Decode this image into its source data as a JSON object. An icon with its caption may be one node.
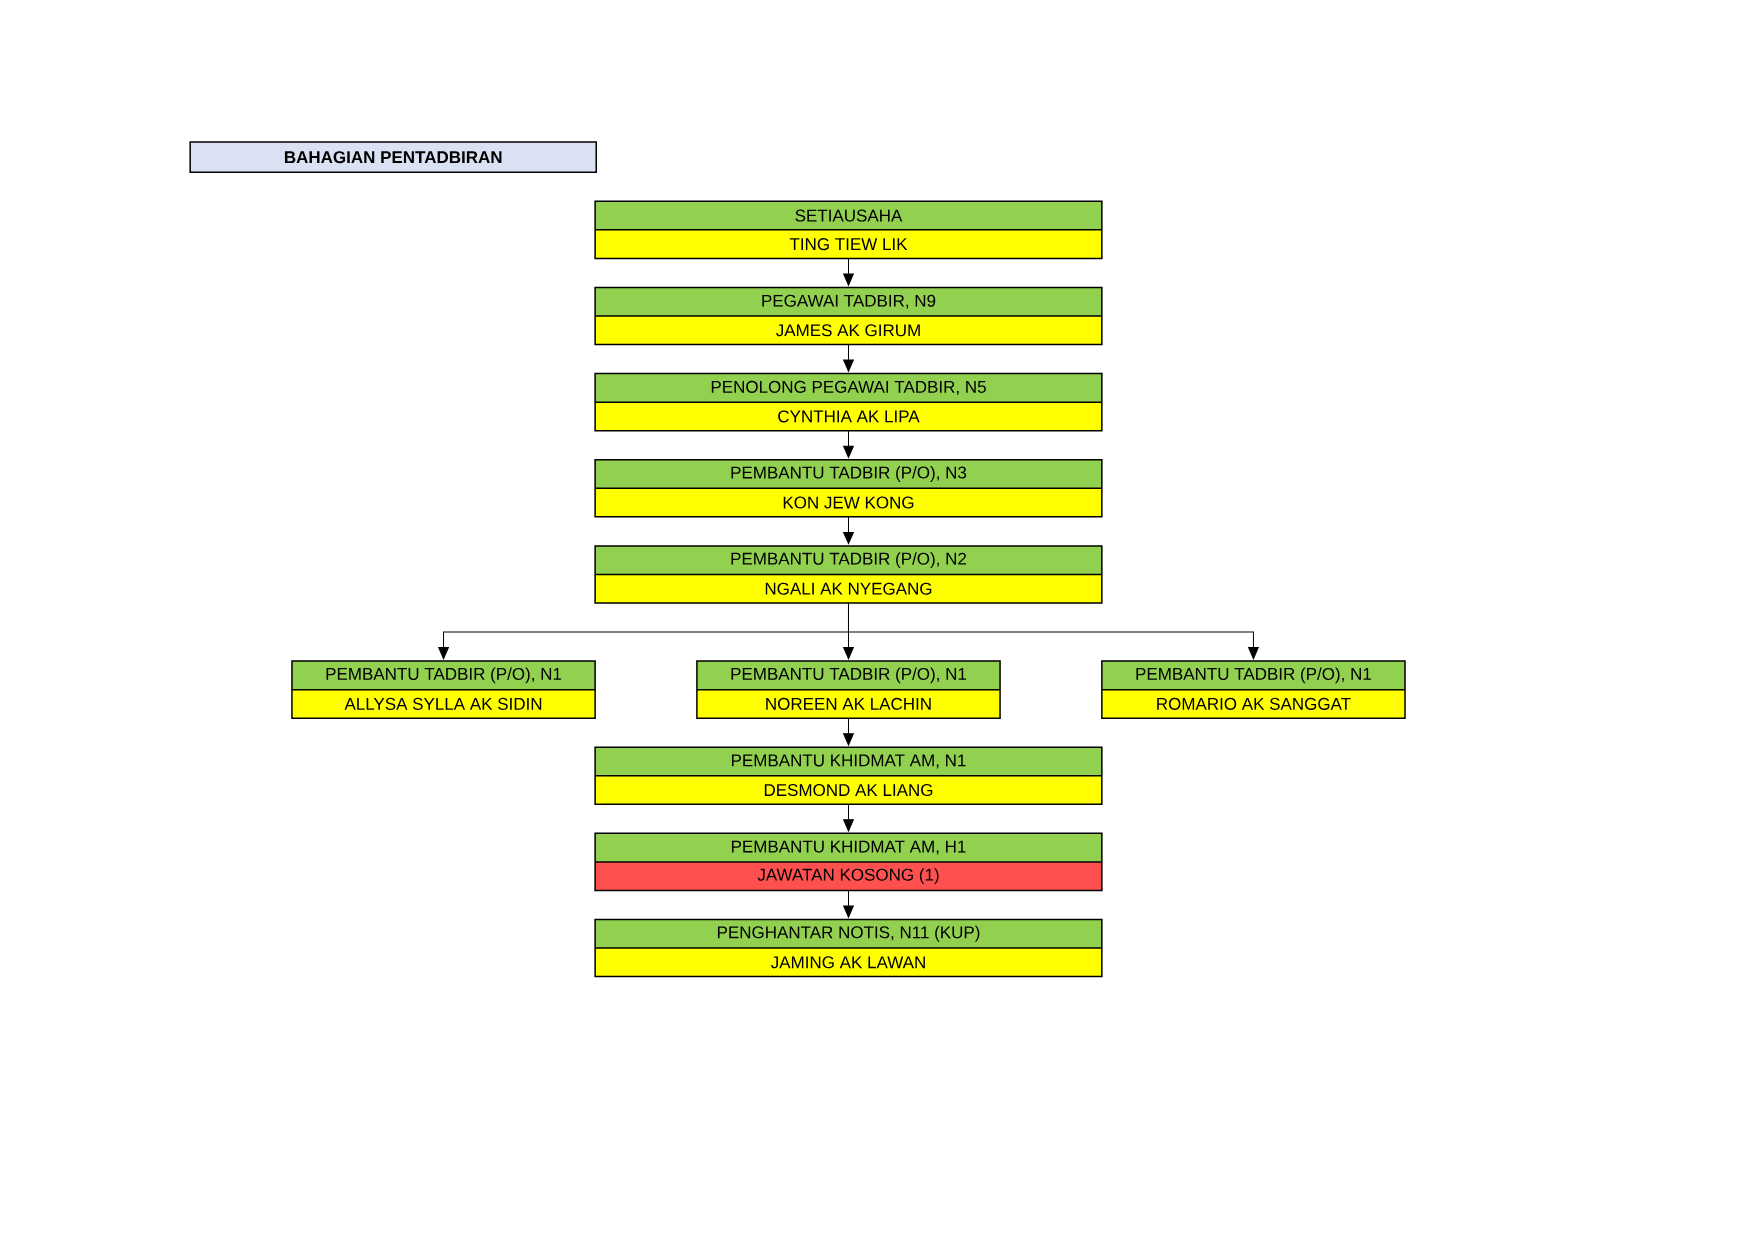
{
  "diagram": {
    "nodes": [
      {
        "text": [
          "BAHAGIAN PENTADBIRAN"
        ]
      },
      {
        "text": [
          "SETIAUSAHA",
          "TING TIEW LIK"
        ]
      },
      {
        "text": [
          "PEGAWAI TADBIR, N9",
          "JAMES AK GIRUM"
        ]
      },
      {
        "text": [
          "PENOLONG PEGAWAI TADBIR, N5",
          "CYNTHIA AK LIPA"
        ]
      },
      {
        "text": [
          "PEMBANTU TADBIR (P/O), N3",
          "KON JEW KONG"
        ]
      },
      {
        "text": [
          "PEMBANTU TADBIR (P/O), N2",
          "NGALI AK NYEGANG"
        ]
      },
      {
        "text": [
          "PEMBANTU TADBIR (P/O), N1",
          "ALLYSA SYLLA AK SIDIN"
        ]
      },
      {
        "text": [
          "PEMBANTU TADBIR (P/O), N1",
          "NOREEN AK LACHIN"
        ]
      },
      {
        "text": [
          "PEMBANTU TADBIR (P/O), N1",
          "ROMARIO AK SANGGAT"
        ]
      },
      {
        "text": [
          "PEMBANTU KHIDMAT AM, N1",
          "DESMOND AK LIANG"
        ]
      },
      {
        "text": [
          "PEMBANTU KHIDMAT AM, H1",
          "JAWATAN KOSONG (1)"
        ]
      },
      {
        "text": [
          "PENGHANTAR NOTIS, N11 (KUP)",
          "JAMING AK LAWAN"
        ]
      }
    ],
    "edges": [
      {
        "from": 1,
        "to": 2,
        "arrow": "to"
      },
      {
        "from": 2,
        "to": 3,
        "arrow": "to"
      },
      {
        "from": 3,
        "to": 4,
        "arrow": "to"
      },
      {
        "from": 4,
        "to": 5,
        "arrow": "to"
      },
      {
        "from": 5,
        "to": 6,
        "arrow": "to"
      },
      {
        "from": 5,
        "to": 7,
        "arrow": "to"
      },
      {
        "from": 5,
        "to": 8,
        "arrow": "to"
      },
      {
        "from": 7,
        "to": 9,
        "arrow": "to"
      },
      {
        "from": 9,
        "to": 10,
        "arrow": "to"
      },
      {
        "from": 10,
        "to": 11,
        "arrow": "to"
      }
    ]
  }
}
